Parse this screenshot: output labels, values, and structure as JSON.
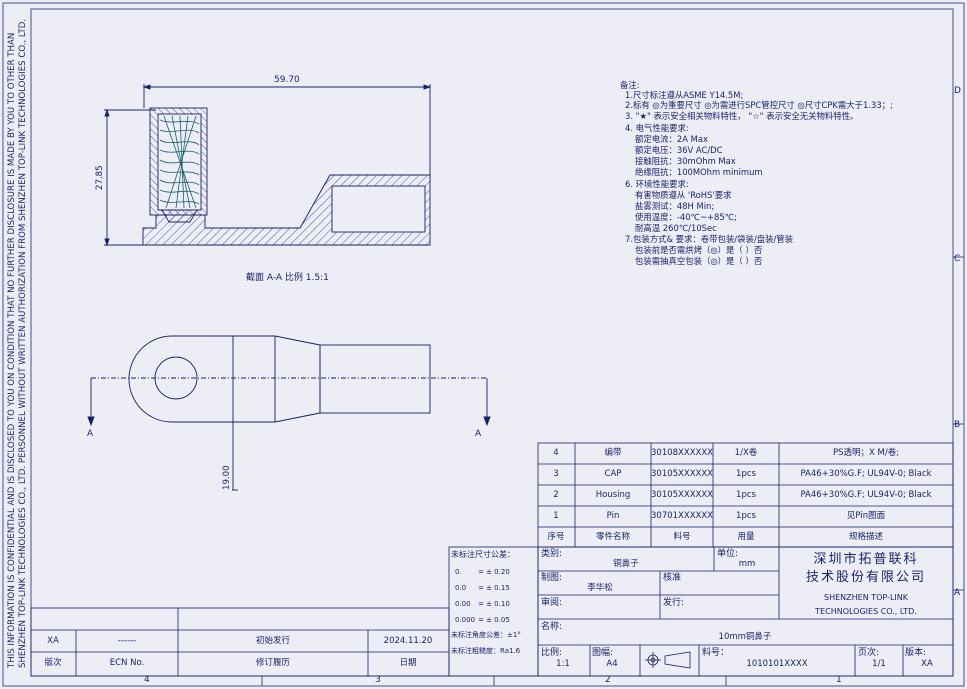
{
  "sidebar": {
    "line1": "THIS INFORMATION IS CONFIDENTIAL AND IS DISCLOSED TO YOU ON CONDITION THAT NO FURTHER DISCLOSURE IS MADE BY YOU TO OTHER THAN",
    "line2": "SHENZHEN TOP-LINK TECHNOLOGIES CO., LTD. PERSONNEL WITHOUT WRITTEN AUTHORIZATION FROM SHENZHEN TOP-LINK TECHNOLOGIES CO., LTD."
  },
  "zones": {
    "right": [
      "D",
      "C",
      "B",
      "A"
    ],
    "bottom": [
      "4",
      "3",
      "2",
      "1"
    ]
  },
  "section_view": {
    "dim_length": "59.70",
    "dim_height": "27.85",
    "caption": "截面 A-A 比例 1.5:1"
  },
  "top_view": {
    "dim_width": "19.00",
    "section_mark_left": "A",
    "section_mark_right": "A"
  },
  "notes": [
    "备注:",
    "1.尺寸标注遵从ASME Y14.5M;",
    "2.标有 ◎为重要尺寸 ◎为需进行SPC管控尺寸 ◎尺寸CPK需大于1.33；;",
    "3. \"★\" 表示安全相关物料特性， \"☆\" 表示安全无关物料特性。",
    "4. 电气性能要求:",
    "额定电流：2A Max",
    "额定电压：36V AC/DC",
    "接触阻抗：30mOhm Max",
    "绝缘阻抗：100MOhm minimum",
    "6. 环境性能要求:",
    "有害物质遵从 'RoHS'要求",
    "盐雾测试：48H Min;",
    "使用温度：-40℃~+85℃;",
    "耐高温 260℃/10Sec",
    "7.包装方式& 要求：卷带包装/袋装/盘装/管装",
    "包装前是否需烘烤（◎）是（ ）否",
    "包装需抽真空包装（◎）是（ ）否"
  ],
  "bom": {
    "headers": [
      "序号",
      "零件名称",
      "料号",
      "用量",
      "规格描述"
    ],
    "rows": [
      {
        "no": "4",
        "name": "编带",
        "pn": "30108XXXXXX",
        "qty": "1/X卷",
        "desc": "PS透明；X M/卷;"
      },
      {
        "no": "3",
        "name": "CAP",
        "pn": "30105XXXXXX",
        "qty": "1pcs",
        "desc": "PA46+30%G.F; UL94V-0; Black"
      },
      {
        "no": "2",
        "name": "Housing",
        "pn": "30105XXXXXX",
        "qty": "1pcs",
        "desc": "PA46+30%G.F; UL94V-0; Black"
      },
      {
        "no": "1",
        "name": "Pin",
        "pn": "30701XXXXXX",
        "qty": "1pcs",
        "desc": "见Pin图面"
      }
    ]
  },
  "tolerance": {
    "title": "未标注尺寸公差：",
    "rows": [
      {
        "k": "0.",
        "v": "= ± 0.20"
      },
      {
        "k": "0.0",
        "v": "= ± 0.15"
      },
      {
        "k": "0.00",
        "v": "= ± 0.10"
      },
      {
        "k": "0.000",
        "v": "= ± 0.05"
      }
    ],
    "angle": "未标注角度公差：±1°",
    "rough": "未标注粗糙度：Ra1.6"
  },
  "title_block": {
    "category_label": "类别:",
    "category_value": "铜鼻子",
    "unit_label": "单位:",
    "unit_value": "mm",
    "drawn_label": "制图:",
    "drawn_value": "李华松",
    "check_label": "核准",
    "review_label": "审阅:",
    "issue_label": "发行:",
    "company_cn1": "深圳市拓普联科",
    "company_cn2": "技术股份有限公司",
    "company_en1": "SHENZHEN TOP-LINK",
    "company_en2": "TECHNOLOGIES CO., LTD.",
    "name_label": "名称:",
    "name_value": "10mm铜鼻子",
    "scale_label": "比例:",
    "scale_value": "1:1",
    "size_label": "图幅:",
    "size_value": "A4",
    "pn_label": "料号：",
    "pn_value": "1010101XXXX",
    "page_label": "页次:",
    "page_value": "1/1",
    "ver_label": "版本:",
    "ver_value": "XA"
  },
  "revision": {
    "headers": [
      "版次",
      "ECN No.",
      "修订履历",
      "日期"
    ],
    "row": [
      "XA",
      "------",
      "初始发行",
      "2024.11.20"
    ]
  }
}
